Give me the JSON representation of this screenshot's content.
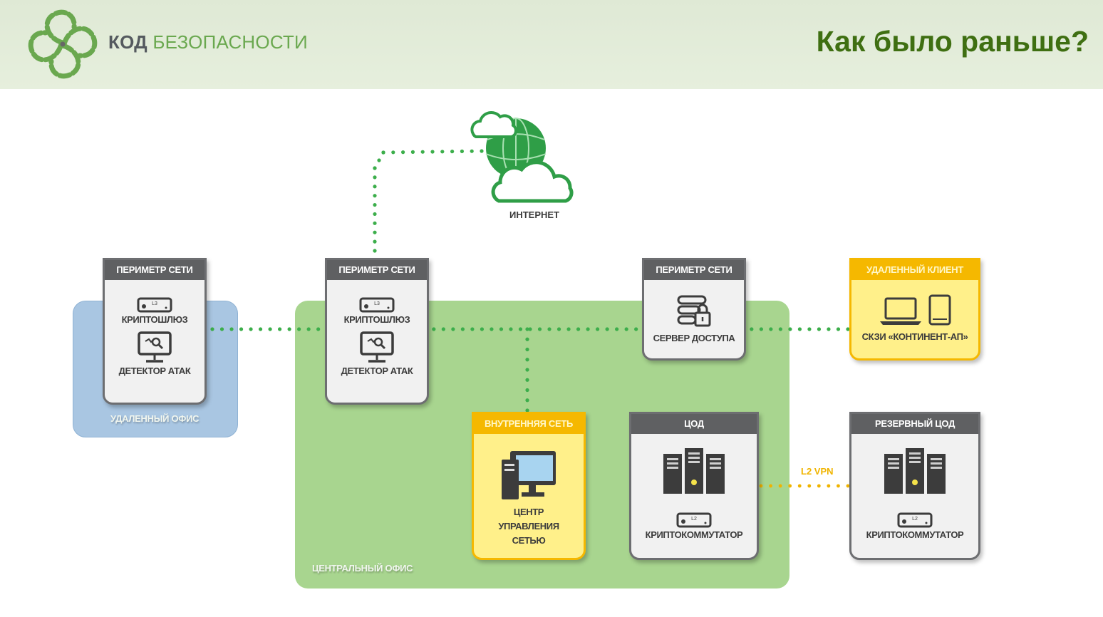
{
  "header": {
    "brand_prefix": "КОД",
    "brand_suffix": "БЕЗОПАСНОСТИ",
    "title": "Как было раньше?"
  },
  "colors": {
    "brand_green": "#6aa84f",
    "title_green": "#3f6f12",
    "connection_green": "#3cae4b",
    "vpn_yellow": "#f0b400",
    "remote_office_blue": "#a9c6e2",
    "central_office_green": "#a8d58f",
    "card_header_gray": "#5f6062",
    "card_header_yellow": "#f5b800"
  },
  "internet": {
    "label": "ИНТЕРНЕТ"
  },
  "zones": {
    "remote_office": "УДАЛЕННЫЙ ОФИС",
    "central_office": "ЦЕНТРАЛЬНЫЙ ОФИС"
  },
  "cards": {
    "remote_perimeter": {
      "header": "ПЕРИМЕТР СЕТИ",
      "item1": "КРИПТОШЛЮЗ",
      "item1_badge": "L3",
      "item2": "ДЕТЕКТОР АТАК"
    },
    "central_perimeter": {
      "header": "ПЕРИМЕТР СЕТИ",
      "item1": "КРИПТОШЛЮЗ",
      "item1_badge": "L3",
      "item2": "ДЕТЕКТОР АТАК"
    },
    "access_perimeter": {
      "header": "ПЕРИМЕТР СЕТИ",
      "item1": "СЕРВЕР ДОСТУПА"
    },
    "remote_client": {
      "header": "УДАЛЕННЫЙ КЛИЕНТ",
      "item1": "СКЗИ «КОНТИНЕНТ-АП»"
    },
    "internal_network": {
      "header": "ВНУТРЕННЯЯ СЕТЬ",
      "line1": "ЦЕНТР",
      "line2": "УПРАВЛЕНИЯ",
      "line3": "СЕТЬЮ"
    },
    "dc": {
      "header": "ЦОД",
      "item1": "КРИПТОКОММУТАТОР",
      "item1_badge": "L2"
    },
    "backup_dc": {
      "header": "РЕЗЕРВНЫЙ ЦОД",
      "item1": "КРИПТОКОММУТАТОР",
      "item1_badge": "L2"
    }
  },
  "links": {
    "vpn_label": "L2 VPN"
  }
}
